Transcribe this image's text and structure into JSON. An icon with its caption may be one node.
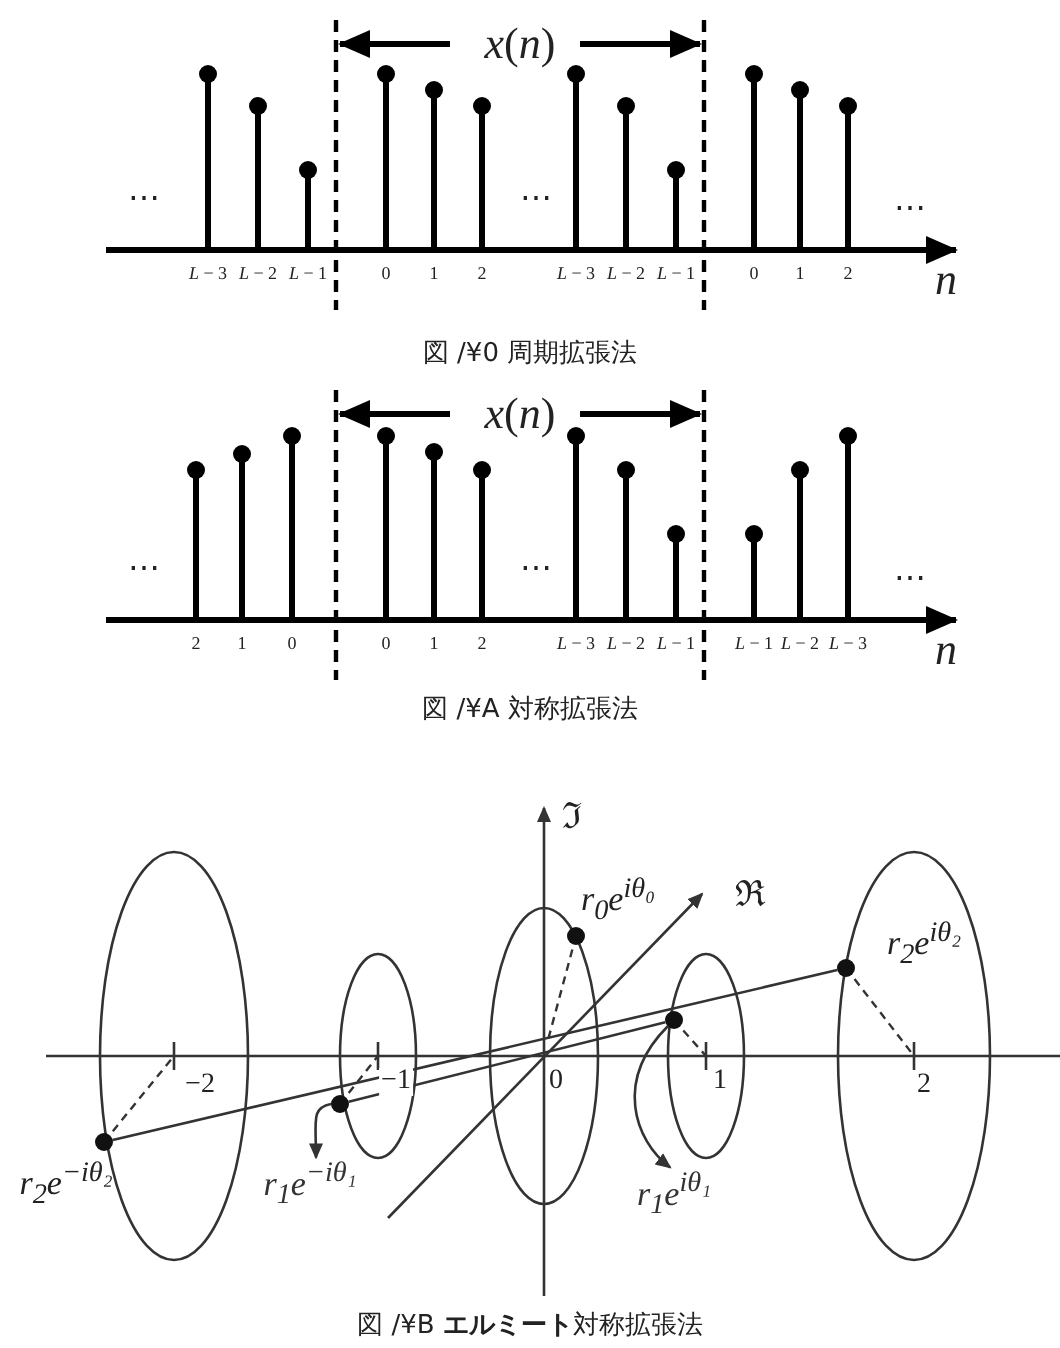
{
  "diagram": {
    "nodes": [
      {
        "text": [],
        "shape": "circle",
        "beside": [
          "r$_{2}$e$^{−iθ₂}$"
        ]
      },
      {
        "text": [],
        "shape": "circle"
      },
      {
        "text": [
          "r$_{1}$e$^{−iθ₁}$"
        ]
      },
      {
        "text": [],
        "shape": "circle",
        "beside": [
          "r$_{0}$e$^{iθ₀}$"
        ]
      },
      {
        "text": [],
        "shape": "circle"
      },
      {
        "text": [
          "r$_{1}$e$^{iθ₁}$"
        ]
      },
      {
        "text": [],
        "shape": "circle",
        "beside": [
          "r$_{2}$e$^{iθ₂}$"
        ]
      }
    ],
    "edges": [
      {
        "from": 0,
        "to": 6,
        "arrow": "none"
      },
      {
        "from": 1,
        "to": 4,
        "arrow": "none"
      },
      {
        "from": 1,
        "to": 2,
        "arrow": "to"
      },
      {
        "from": 4,
        "to": 5,
        "arrow": "to"
      }
    ],
    "labels": [
      "*x*(*n*)",
      "⋯",
      "⋯",
      "⋯",
      "*L* − 3",
      "*L* − 2",
      "*L* − 1",
      "0",
      "1",
      "2",
      "*L* − 3",
      "*L* − 2",
      "*L* − 1",
      "0",
      "1",
      "2",
      "*n*",
      "図 /¥0 周期拡張法",
      "*x*(*n*)",
      "⋯",
      "⋯",
      "⋯",
      "2",
      "1",
      "0",
      "0",
      "1",
      "2",
      "*L* − 3",
      "*L* − 2",
      "*L* − 1",
      "*L* − 1",
      "*L* − 2",
      "*L* − 3",
      "*n*",
      "図 /¥A 対称拡張法",
      "ℑ",
      "ℜ",
      "−2",
      "−1",
      "0",
      "1",
      "2",
      "図 /¥B **エルミート**対称拡張法"
    ]
  }
}
